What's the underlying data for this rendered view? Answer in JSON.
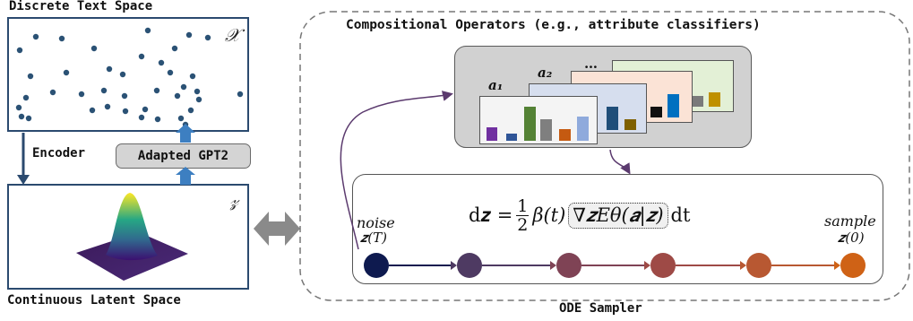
{
  "left": {
    "discrete_title": "Discrete Text Space",
    "discrete_symbol": "𝒳",
    "encoder_label": "Encoder",
    "gpt_label": "Adapted GPT2",
    "latent_symbol": "𝓏",
    "continuous_title": "Continuous Latent Space"
  },
  "right": {
    "operators_title": "Compositional Operators (e.g., attribute classifiers)",
    "card_labels": [
      "a₁",
      "a₂",
      "…"
    ],
    "equation": {
      "lhs": "d𝒛 = ",
      "frac_num": "1",
      "frac_den": "2",
      "beta": "β(t)",
      "gradient": "∇𝒛Eθ(𝒂|𝒛)",
      "dt": "dt"
    },
    "noise_label": "noise",
    "noise_var": "𝒛(T)",
    "sample_label": "sample",
    "sample_var": "𝒛(0)",
    "sampler_title": "ODE Sampler"
  },
  "colors": {
    "box_border": "#2b4a6f",
    "dot": "#2b5275",
    "arrow_blue": "#3d7fc1",
    "card_green": "#e3f0d6",
    "card_peach": "#fbe3d6",
    "card_blue": "#d6deee",
    "card_white": "#f4f4f4",
    "node_colors": [
      "#0e1a4f",
      "#4e3a62",
      "#7f4355",
      "#9e4a46",
      "#b85832",
      "#cf6216"
    ]
  }
}
